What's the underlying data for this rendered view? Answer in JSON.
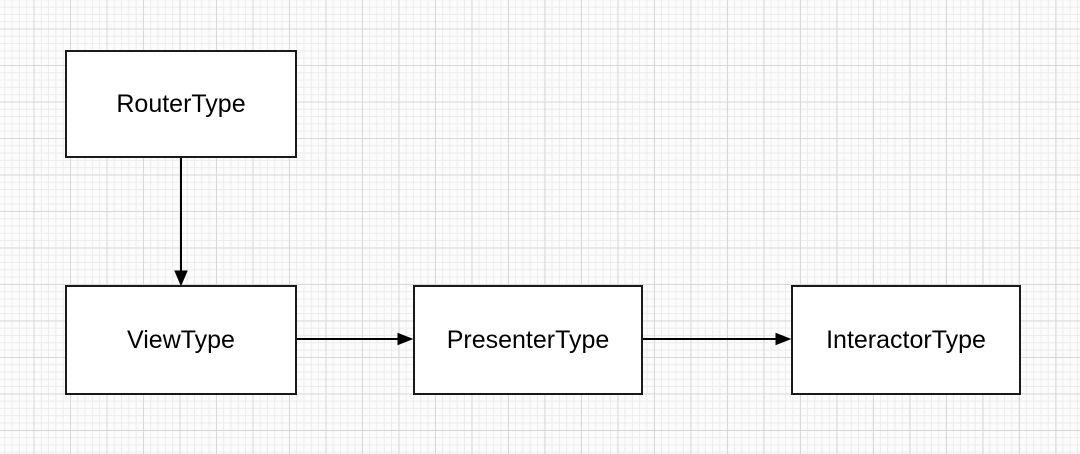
{
  "diagram": {
    "kind": "flowchart",
    "nodes": [
      {
        "id": "router",
        "label": "RouterType"
      },
      {
        "id": "view",
        "label": "ViewType"
      },
      {
        "id": "presenter",
        "label": "PresenterType"
      },
      {
        "id": "interactor",
        "label": "InteractorType"
      }
    ],
    "edges": [
      {
        "from": "router",
        "to": "view",
        "direction": "down",
        "arrowhead": "solid-triangle"
      },
      {
        "from": "view",
        "to": "presenter",
        "direction": "right",
        "arrowhead": "solid-triangle"
      },
      {
        "from": "presenter",
        "to": "interactor",
        "direction": "right",
        "arrowhead": "solid-triangle"
      }
    ],
    "colors": {
      "node_fill": "#ffffff",
      "node_border": "#1a1a1a",
      "label_text": "#000000",
      "arrow": "#000000",
      "canvas_background": "#fcfcfc",
      "grid_minor_line": "#ececec",
      "grid_major_line": "#d9d9d9"
    }
  }
}
